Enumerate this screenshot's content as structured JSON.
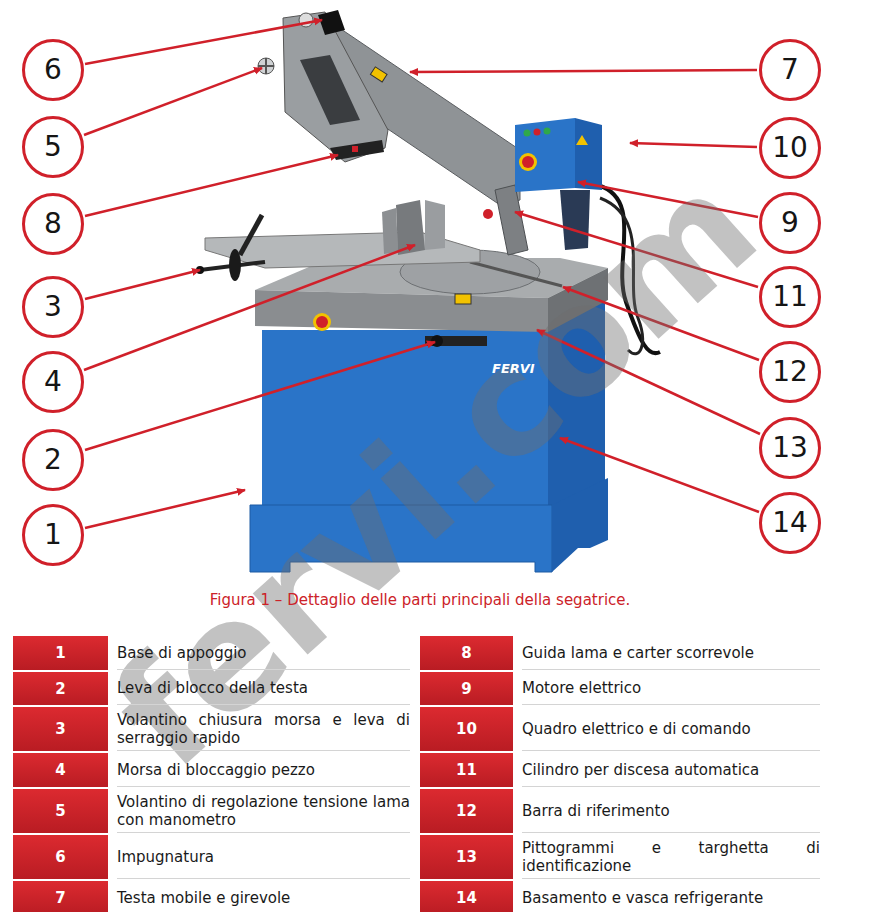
{
  "diagram": {
    "caption": "Figura 1 – Dettaglio delle parti principali della segatrice.",
    "nodes": [
      {
        "text": [
          "6"
        ]
      },
      {
        "text": [
          "7"
        ]
      },
      {
        "text": [
          "5"
        ]
      },
      {
        "text": [
          "10"
        ]
      },
      {
        "text": [
          "8"
        ]
      },
      {
        "text": [
          "9"
        ]
      },
      {
        "text": [
          "11"
        ]
      },
      {
        "text": [
          "3"
        ]
      },
      {
        "text": [
          "12"
        ]
      },
      {
        "text": [
          "4"
        ]
      },
      {
        "text": [
          "2"
        ]
      },
      {
        "text": [
          "13"
        ]
      },
      {
        "text": [
          "1"
        ]
      },
      {
        "text": [
          "14"
        ]
      }
    ],
    "labels": [
      "FERVI",
      "1",
      "Base di appoggio",
      "8",
      "Guida lama e carter scorrevole",
      "2",
      "Leva di blocco della testa",
      "9",
      "Motore elettrico",
      "3",
      "Volantino chiusura morsa e leva di serraggio rapido",
      "10",
      "Quadro elettrico e di comando",
      "4",
      "Morsa di bloccaggio pezzo",
      "11",
      "Cilindro per discesa automatica",
      "5",
      "Volantino di regolazione tensione lama con manometro",
      "12",
      "Barra di riferimento",
      "6",
      "Impugnatura",
      "13",
      "Pittogrammi e targhetta di identificazione",
      "7",
      "Testa mobile e girevole",
      "14",
      "Basamento e vasca refrigerante",
      "fervi.com"
    ]
  }
}
